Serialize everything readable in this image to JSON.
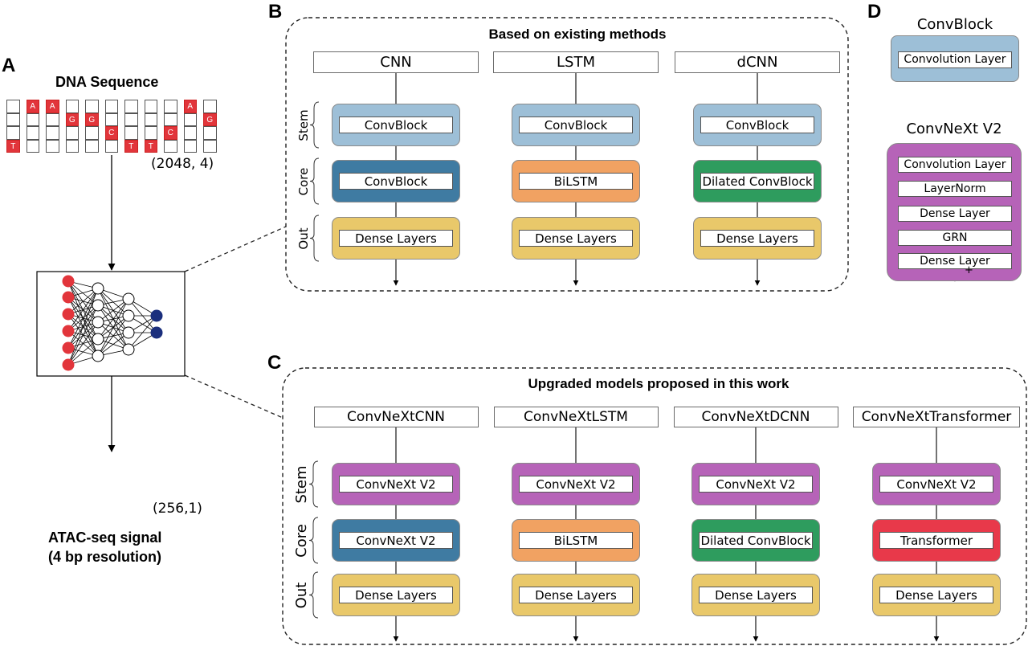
{
  "colors": {
    "convblock": "#9dbfd7",
    "convblock_core": "#3f7ba2",
    "bilstm": "#f1a262",
    "dilated": "#2e9c5e",
    "dense": "#e9c86a",
    "convnext": "#b663b8",
    "transformer": "#e8394a",
    "dna_red": "#e2353b",
    "input_node": "#e2353b",
    "output_node": "#1b2f7d"
  },
  "panel_a": {
    "letter": "A",
    "title": "DNA Sequence",
    "shape_in": "(2048, 4)",
    "shape_out": "(256,1)",
    "output_label_1": "ATAC-seq signal",
    "output_label_2": "(4 bp resolution)",
    "dna_columns": [
      {
        "row": 3,
        "base": "T"
      },
      {
        "row": 0,
        "base": "A"
      },
      {
        "row": 0,
        "base": "A"
      },
      {
        "row": 1,
        "base": "G"
      },
      {
        "row": 1,
        "base": "G"
      },
      {
        "row": 2,
        "base": "C"
      },
      {
        "row": 3,
        "base": "T"
      },
      {
        "row": 3,
        "base": "T"
      },
      {
        "row": 2,
        "base": "C"
      },
      {
        "row": 0,
        "base": "A"
      },
      {
        "row": 1,
        "base": "G"
      }
    ]
  },
  "panel_b": {
    "letter": "B",
    "title": "Based on existing methods",
    "row_labels": [
      "Stem",
      "Core",
      "Out"
    ],
    "columns": [
      {
        "header": "CNN",
        "stem": "ConvBlock",
        "core": "ConvBlock",
        "out": "Dense Layers"
      },
      {
        "header": "LSTM",
        "stem": "ConvBlock",
        "core": "BiLSTM",
        "out": "Dense Layers"
      },
      {
        "header": "dCNN",
        "stem": "ConvBlock",
        "core": "Dilated ConvBlock",
        "out": "Dense Layers"
      }
    ]
  },
  "panel_c": {
    "letter": "C",
    "title": "Upgraded models proposed in this work",
    "row_labels": [
      "Stem",
      "Core",
      "Out"
    ],
    "columns": [
      {
        "header": "ConvNeXtCNN",
        "stem": "ConvNeXt V2",
        "core": "ConvNeXt V2",
        "out": "Dense Layers"
      },
      {
        "header": "ConvNeXtLSTM",
        "stem": "ConvNeXt V2",
        "core": "BiLSTM",
        "out": "Dense Layers"
      },
      {
        "header": "ConvNeXtDCNN",
        "stem": "ConvNeXt V2",
        "core": "Dilated ConvBlock",
        "out": "Dense Layers"
      },
      {
        "header": "ConvNeXtTransformer",
        "stem": "ConvNeXt V2",
        "core": "Transformer",
        "out": "Dense Layers"
      }
    ]
  },
  "panel_d": {
    "letter": "D",
    "convblock_title": "ConvBlock",
    "convblock_layer": "Convolution Layer",
    "convnext_title": "ConvNeXt V2",
    "convnext_layers": [
      "Convolution Layer",
      "LayerNorm",
      "Dense Layer",
      "GRN",
      "Dense Layer"
    ],
    "plus_sign": "+"
  }
}
